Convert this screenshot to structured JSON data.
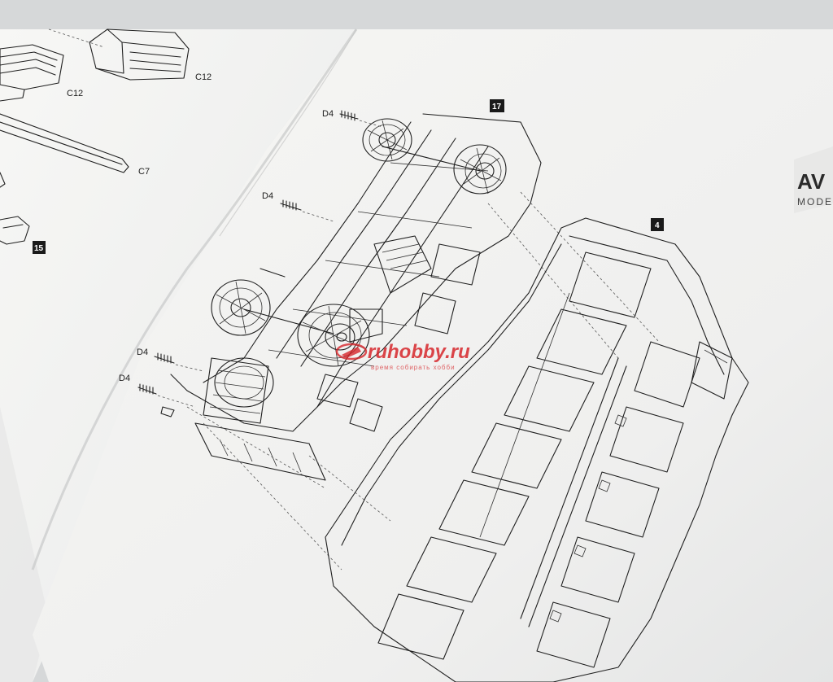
{
  "manual": {
    "left_page": {
      "labels": [
        "C12",
        "C12",
        "C7"
      ],
      "step_badge": "15"
    },
    "right_page": {
      "step_badge_main": "17",
      "step_badge_body": "4",
      "part_labels": [
        "D4",
        "D4",
        "D4",
        "D4"
      ],
      "brand_logo": "AV",
      "brand_sub": "MODE"
    }
  },
  "watermark": {
    "text": "ruhobby.ru",
    "tagline": "время собирать хобби"
  },
  "colors": {
    "paper": "#f4f4f2",
    "paper_shadow": "#dcdedd",
    "ink": "#202020",
    "badge": "#1a1a1a",
    "watermark": "#d7262b"
  }
}
